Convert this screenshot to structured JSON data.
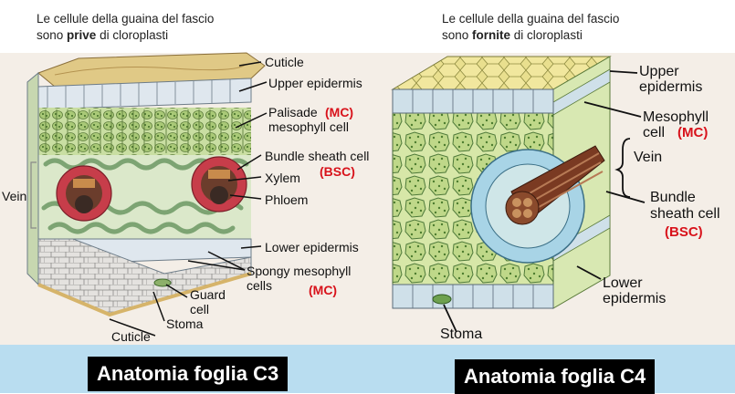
{
  "left": {
    "caption_line1": "Le cellule della guaina del fascio",
    "caption_prefix": "sono ",
    "caption_bold": "prive",
    "caption_suffix": " di cloroplasti",
    "title": "Anatomia foglia C3",
    "labels": {
      "cuticle_top": "Cuticle",
      "upper_epidermis": "Upper epidermis",
      "palisade": "Palisade",
      "mesophyll_cell": "mesophyll cell",
      "mc1": "(MC)",
      "bundle_sheath_cell": "Bundle sheath cell",
      "bsc": "(BSC)",
      "xylem": "Xylem",
      "phloem": "Phloem",
      "vein": "Vein",
      "lower_epidermis": "Lower epidermis",
      "spongy": "Spongy mesophyll",
      "cells": "cells",
      "mc2": "(MC)",
      "guard": "Guard",
      "cell": "cell",
      "stoma": "Stoma",
      "cuticle_bottom": "Cuticle"
    }
  },
  "right": {
    "caption_line1": "Le cellule della guaina del fascio",
    "caption_prefix": "sono ",
    "caption_bold": "fornite",
    "caption_suffix": " di cloroplasti",
    "title": "Anatomia foglia C4",
    "labels": {
      "upper": "Upper",
      "epidermis": "epidermis",
      "mesophyll": "Mesophyll",
      "cell": "cell",
      "mc": "(MC)",
      "vein": "Vein",
      "bundle": "Bundle",
      "sheath_cell": "sheath cell",
      "bsc": "(BSC)",
      "lower": "Lower",
      "lower_epidermis": "epidermis",
      "stoma": "Stoma"
    }
  },
  "colors": {
    "label_red": "#d8121b",
    "bottom_band": "#b9ddf0",
    "mesophyll_green": "#b6d38a",
    "sheath_blue": "#a8d4e6",
    "vein_brown": "#7a3a22"
  }
}
